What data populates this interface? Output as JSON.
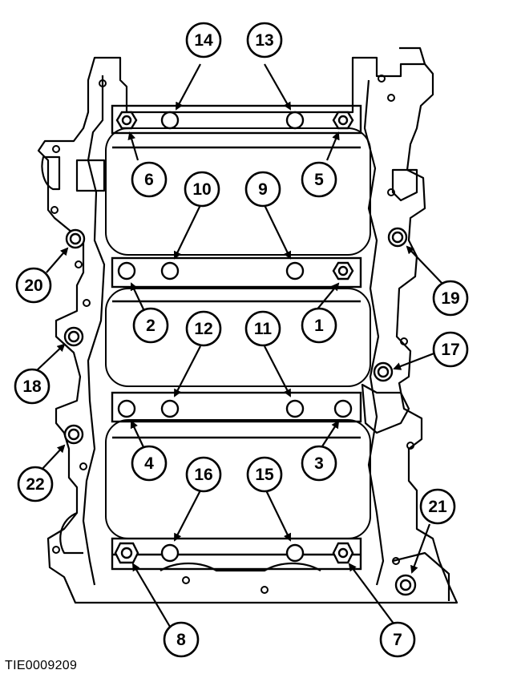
{
  "figure_id": "TIE0009209",
  "callouts": [
    {
      "label": "1"
    },
    {
      "label": "2"
    },
    {
      "label": "3"
    },
    {
      "label": "4"
    },
    {
      "label": "5"
    },
    {
      "label": "6"
    },
    {
      "label": "7"
    },
    {
      "label": "8"
    },
    {
      "label": "9"
    },
    {
      "label": "10"
    },
    {
      "label": "11"
    },
    {
      "label": "12"
    },
    {
      "label": "13"
    },
    {
      "label": "14"
    },
    {
      "label": "15"
    },
    {
      "label": "16"
    },
    {
      "label": "17"
    },
    {
      "label": "18"
    },
    {
      "label": "19"
    },
    {
      "label": "20"
    },
    {
      "label": "21"
    },
    {
      "label": "22"
    }
  ],
  "colors": {
    "line": "#000000",
    "background": "#ffffff"
  }
}
